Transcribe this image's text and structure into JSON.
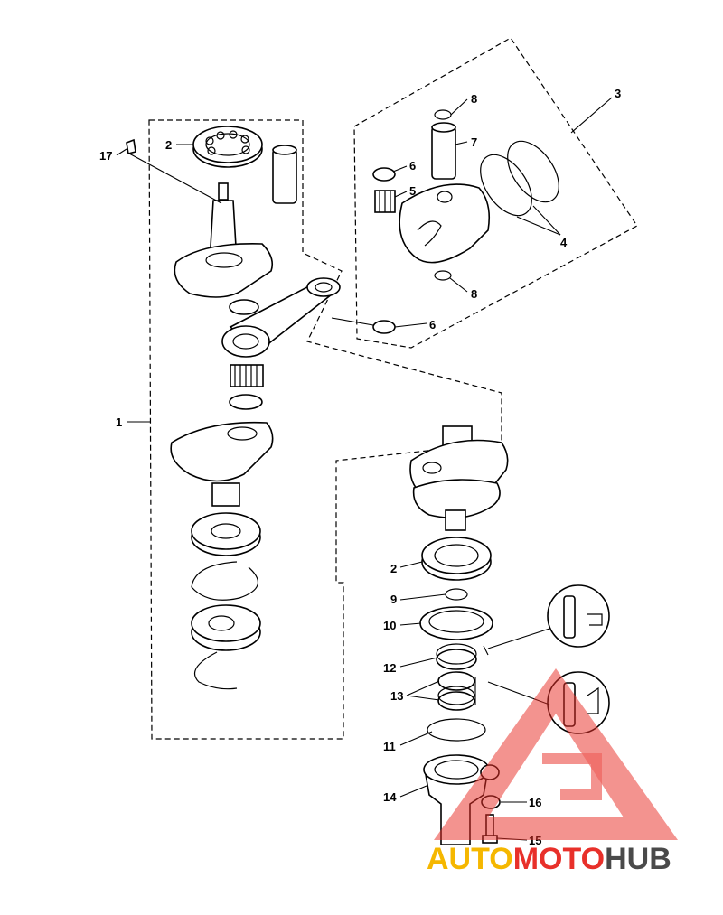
{
  "callouts": [
    {
      "id": "c17",
      "text": "17"
    },
    {
      "id": "c2a",
      "text": "2"
    },
    {
      "id": "c1",
      "text": "1"
    },
    {
      "id": "c3",
      "text": "3"
    },
    {
      "id": "c8a",
      "text": "8"
    },
    {
      "id": "c7",
      "text": "7"
    },
    {
      "id": "c6a",
      "text": "6"
    },
    {
      "id": "c5",
      "text": "5"
    },
    {
      "id": "c4",
      "text": "4"
    },
    {
      "id": "c8b",
      "text": "8"
    },
    {
      "id": "c6b",
      "text": "6"
    },
    {
      "id": "c2b",
      "text": "2"
    },
    {
      "id": "c9",
      "text": "9"
    },
    {
      "id": "c10",
      "text": "10"
    },
    {
      "id": "c12",
      "text": "12"
    },
    {
      "id": "c13",
      "text": "13"
    },
    {
      "id": "c11",
      "text": "11"
    },
    {
      "id": "c14",
      "text": "14"
    },
    {
      "id": "c16",
      "text": "16"
    },
    {
      "id": "c15",
      "text": "15"
    }
  ],
  "watermark": {
    "part1": "AUTO",
    "part2": "MOTO",
    "part3": "HUB",
    "color_primary": "#e8302a",
    "color_secondary": "#f5b700",
    "color_dark": "#4a4a4a"
  }
}
